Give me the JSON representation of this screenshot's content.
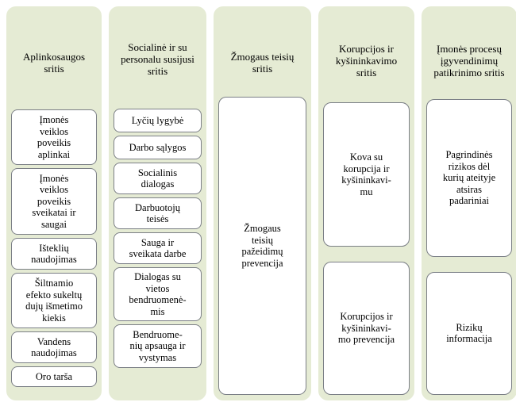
{
  "diagram": {
    "title": "Imones veiklos sriciu ir rodikliu schema",
    "background_color": "#ffffff",
    "column_color": "#e5ebd4",
    "node_color": "#ffffff",
    "node_border_color": "#7b7f86",
    "text_color": "#000000",
    "columns": [
      {
        "header": "Aplinkosaugos\nsritis",
        "nodes": [
          "Įmonės\nveiklos\npoveikis\naplinkai",
          "Įmonės\nveiklos\npoveikis\nsveikatai ir\nsaugai",
          "Išteklių\nnaudojimas",
          "Šiltnamio\nefekto sukeltų\ndujų išmetimo\nkiekis",
          "Vandens\nnaudojimas",
          "Oro tarša"
        ]
      },
      {
        "header": "Socialinė ir su\npersonalu susijusi\nsritis",
        "nodes": [
          "Lyčių lygybė",
          "Darbo sąlygos",
          "Socialinis\ndialogas",
          "Darbuotojų\nteisės",
          "Sauga ir\nsveikata darbe",
          "Dialogas su\nvietos\nbendruomenė-\nmis",
          "Bendruome-\nnių apsauga ir\nvystymas"
        ]
      },
      {
        "header": "Žmogaus teisių\nsritis",
        "nodes": [
          "Žmogaus\nteisių\npažeidimų\nprevencija"
        ]
      },
      {
        "header": "Korupcijos ir\nkyšininkavimo\nsritis",
        "nodes": [
          "Kova su\nkorupcija ir\nkyšininkavi-\nmu",
          "Korupcijos ir\nkyšininkavi-\nmo prevencija"
        ]
      },
      {
        "header": "Įmonės procesų\nįgyvendinimų\npatikrinimo sritis",
        "nodes": [
          "Pagrindinės\nrizikos dėl\nkurių ateityje\natsiras\npadariniai",
          "Rizikų\ninformacija"
        ]
      }
    ]
  }
}
